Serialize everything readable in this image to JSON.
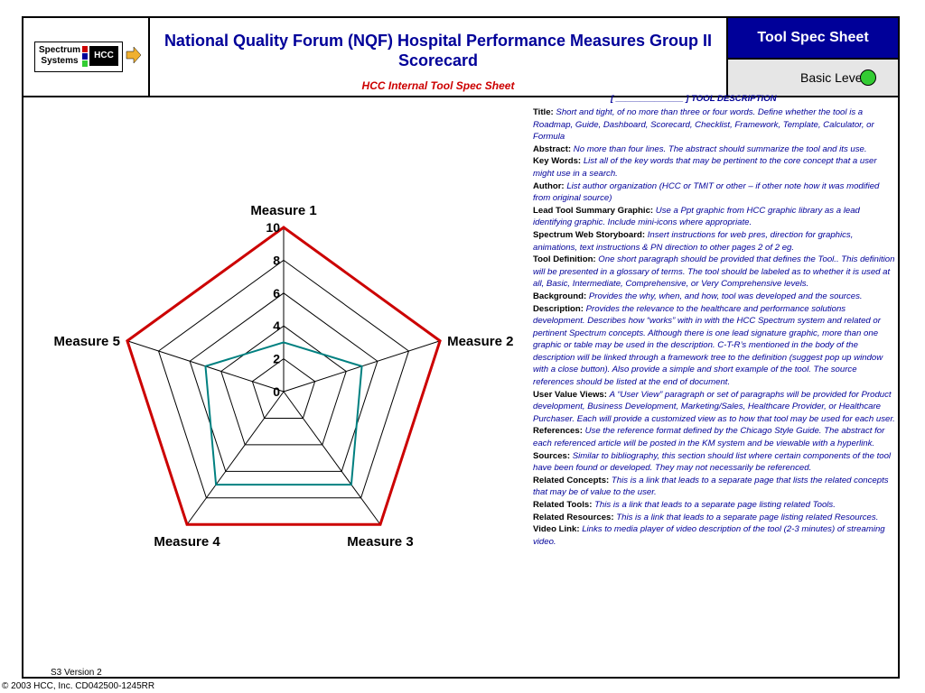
{
  "header": {
    "logo": {
      "text": "Spectrum Systems",
      "badge": "HCC"
    },
    "title": "National Quality Forum (NQF) Hospital Performance Measures Group II Scorecard",
    "subtitle": "HCC Internal Tool Spec Sheet",
    "spec_label": "Tool Spec Sheet",
    "level_label": "Basic Level",
    "level_color": "#33cc33",
    "accent_color": "#000099"
  },
  "chart_data": {
    "type": "radar",
    "axes": [
      "Measure 1",
      "Measure 2",
      "Measure 3",
      "Measure 4",
      "Measure 5"
    ],
    "tick_labels": [
      "0",
      "2",
      "4",
      "6",
      "8",
      "10"
    ],
    "range": [
      0,
      10
    ],
    "grid": true,
    "series": [
      {
        "color": "#cc0000",
        "values": [
          10,
          10,
          10,
          10,
          10
        ]
      },
      {
        "color": "#008080",
        "values": [
          3,
          5,
          7,
          7,
          5
        ]
      }
    ]
  },
  "description": {
    "header": "[ ______________ ] TOOL DESCRIPTION",
    "items": [
      {
        "label": "Title:",
        "text": "Short and tight, of no more than three or four words. Define whether the tool is a Roadmap, Guide, Dashboard, Scorecard, Checklist, Framework, Template, Calculator, or Formula"
      },
      {
        "label": "Abstract:",
        "text": "No more than four lines. The abstract should summarize the tool and its use."
      },
      {
        "label": "Key Words:",
        "text": "List all of the key words that may be pertinent to the core concept that a user might use in a search."
      },
      {
        "label": "Author:",
        "text": "List author organization (HCC or TMIT or other – if other note how it was modified from original source)"
      },
      {
        "label": "Lead Tool Summary Graphic:",
        "text": "Use a Ppt graphic from HCC graphic library as a lead identifying graphic. Include mini-icons where appropriate."
      },
      {
        "label": "Spectrum Web Storyboard:",
        "text": "Insert instructions for web pres, direction for graphics, animations, text instructions & PN direction to other pages 2 of 2 eg."
      },
      {
        "label": "Tool Definition:",
        "text": "One short paragraph should be provided that defines the Tool.. This definition will be presented in a glossary of terms. The tool should be labeled as to whether it is used at all, Basic, Intermediate, Comprehensive, or Very Comprehensive levels."
      },
      {
        "label": "Background:",
        "text": "Provides the why, when, and how, tool was developed and the sources."
      },
      {
        "label": "Description:",
        "text": "Provides the relevance to the healthcare and performance solutions development. Describes how “works” with in with the HCC Spectrum system and related or pertinent Spectrum concepts. Although there is one lead signature graphic, more than one graphic or table may be used in the description. C-T-R’s mentioned in the body of the description will be linked through a framework tree to the definition (suggest pop up window with a close button). Also provide a simple and short example of the tool. The source references should be listed at the end of document."
      },
      {
        "label": "User Value Views:",
        "text": "A “User View” paragraph or set of paragraphs will be provided for Product development, Business Development, Marketing/Sales, Healthcare Provider, or Healthcare Purchaser. Each will provide a customized view as to how that tool may be used for each user."
      },
      {
        "label": "References:",
        "text": "Use the reference format defined by the Chicago Style Guide. The abstract for each referenced article will be posted in the KM system and be viewable with a hyperlink."
      },
      {
        "label": "Sources:",
        "text": "Similar to bibliography, this section should list where certain components of the tool have been found or developed. They may not necessarily be referenced."
      },
      {
        "label": "Related Concepts:",
        "text": "This is a link that leads to a separate page that lists the related concepts that may be of value to the user."
      },
      {
        "label": "Related Tools:",
        "text": "This is a link that leads to a separate page listing related Tools."
      },
      {
        "label": "Related Resources:",
        "text": "This is a link that leads to a separate page listing related Resources."
      },
      {
        "label": "Video Link:",
        "text": "Links to media player of video description of the tool (2-3 minutes) of streaming video."
      }
    ]
  },
  "footer": {
    "version": "S3 Version 2",
    "copyright": "© 2003 HCC, Inc. CD042500-1245RR"
  }
}
